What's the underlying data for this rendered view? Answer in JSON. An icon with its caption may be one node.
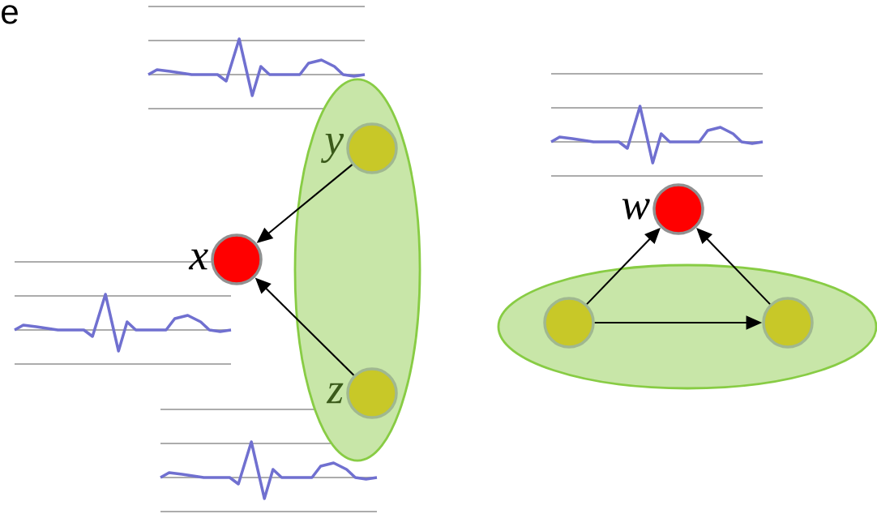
{
  "diagram": {
    "nodes": [
      {
        "text": [],
        "shape": "ellipse"
      },
      {
        "text": [
          "y"
        ],
        "in": 0
      },
      {
        "text": [
          "z"
        ],
        "in": 0
      },
      {
        "text": [
          "x"
        ]
      },
      {
        "text": [],
        "shape": "ellipse"
      },
      {
        "text": [],
        "shape": "circle",
        "in": 4
      },
      {
        "text": [],
        "shape": "circle",
        "in": 4
      },
      {
        "text": [
          "w"
        ]
      }
    ],
    "edges": [
      {
        "from": 1,
        "to": 3,
        "arrow": "to"
      },
      {
        "from": 2,
        "to": 3,
        "arrow": "to"
      },
      {
        "from": 5,
        "to": 7,
        "arrow": "to"
      },
      {
        "from": 6,
        "to": 7,
        "arrow": "to"
      },
      {
        "from": 5,
        "to": 6,
        "arrow": "to"
      }
    ],
    "labels": [
      "e"
    ]
  }
}
